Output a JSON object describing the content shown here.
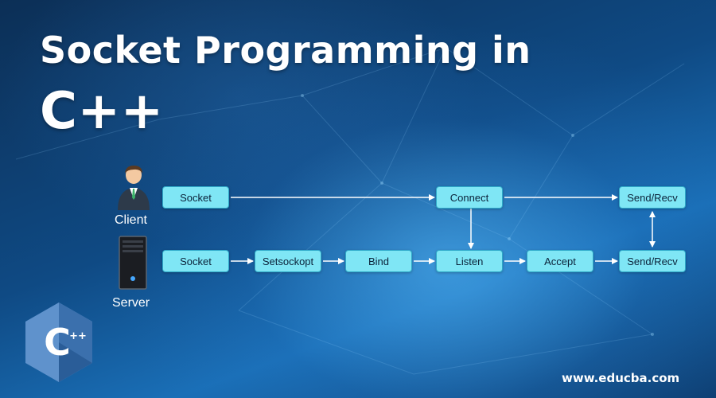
{
  "title": {
    "line1": "Socket Programming in",
    "line2": "C++"
  },
  "roles": {
    "client": "Client",
    "server": "Server"
  },
  "nodes": {
    "client_socket": "Socket",
    "connect": "Connect",
    "client_send_recv": "Send/Recv",
    "server_socket": "Socket",
    "setsockopt": "Setsockopt",
    "bind": "Bind",
    "listen": "Listen",
    "accept": "Accept",
    "server_send_recv": "Send/Recv"
  },
  "logo": {
    "text": "C",
    "superscript": "++"
  },
  "footer": {
    "url": "www.educba.com"
  },
  "colors": {
    "node_fill": "#7fe6f5",
    "node_border": "#2ea9c9",
    "arrow": "#ffffff"
  },
  "icons": [
    "person-icon",
    "server-tower-icon",
    "cpp-logo-icon"
  ]
}
